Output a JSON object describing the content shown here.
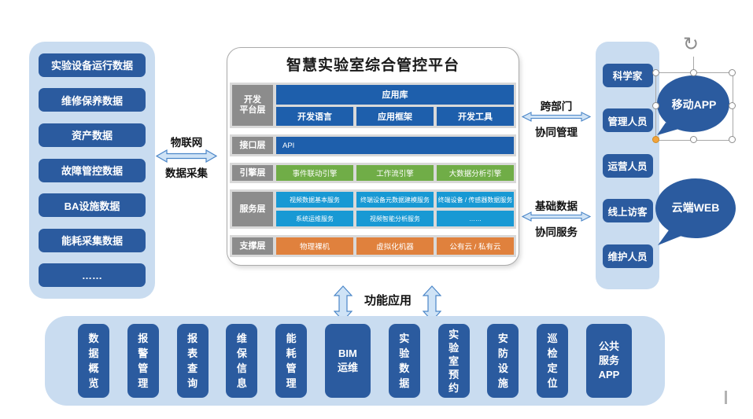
{
  "colors": {
    "dark_blue": "#2b5b9f",
    "medium_blue": "#1e5fac",
    "panel_light_blue": "#c9dcf0",
    "service_cyan": "#1899d4",
    "engine_green": "#70ad47",
    "support_orange": "#e0813d",
    "layer_gray": "#8c8c8c",
    "strip_gray": "#d9d9d9",
    "arrow_fill": "#cfe3f6",
    "arrow_stroke": "#4b86c8",
    "handle_orange": "#f2a33c"
  },
  "left_panel": {
    "items": [
      "实验设备运行数据",
      "维修保养数据",
      "资产数据",
      "故障管控数据",
      "BA设施数据",
      "能耗采集数据",
      "……"
    ]
  },
  "platform": {
    "title": "智慧实验室综合管控平台",
    "dev": {
      "label": "开发\n平台层",
      "bar": "应用库",
      "items": [
        "开发语言",
        "应用框架",
        "开发工具"
      ]
    },
    "api": {
      "label": "接口层",
      "bar": "API"
    },
    "engine": {
      "label": "引擎层",
      "items": [
        "事件联动引擎",
        "工作流引擎",
        "大数据分析引擎"
      ]
    },
    "service": {
      "label": "服务层",
      "row1": [
        "视频数据基本服务",
        "终端设备元数据建模服务",
        "终端设备 / 传感器数据服务"
      ],
      "row2": [
        "系统运维服务",
        "视频智能分析服务",
        "……"
      ]
    },
    "support": {
      "label": "支撑层",
      "items": [
        "物理裸机",
        "虚拟化机器",
        "公有云 / 私有云"
      ]
    }
  },
  "connectors": {
    "iot": {
      "top": "物联网",
      "bottom": "数据采集"
    },
    "dept": {
      "top": "跨部门",
      "bottom": "协同管理"
    },
    "base": {
      "top": "基础数据",
      "bottom": "协同服务"
    },
    "apps": {
      "label": "功能应用"
    }
  },
  "right_panel": {
    "items": [
      "科学家",
      "管理人员",
      "运营人员",
      "线上访客",
      "维护人员"
    ]
  },
  "bubbles": {
    "mobile": "移动APP",
    "web": "云端WEB"
  },
  "icons": {
    "rotate": "↻"
  },
  "bottom_bar": {
    "items": [
      "数\n据\n概\n览",
      "报\n警\n管\n理",
      "报\n表\n查\n询",
      "维\n保\n信\n息",
      "能\n耗\n管\n理",
      "BIM\n运维",
      "实\n验\n数\n据",
      "实\n验\n室\n预\n约",
      "安\n防\n设\n施",
      "巡\n检\n定\n位",
      "公共\n服务\nAPP"
    ]
  }
}
